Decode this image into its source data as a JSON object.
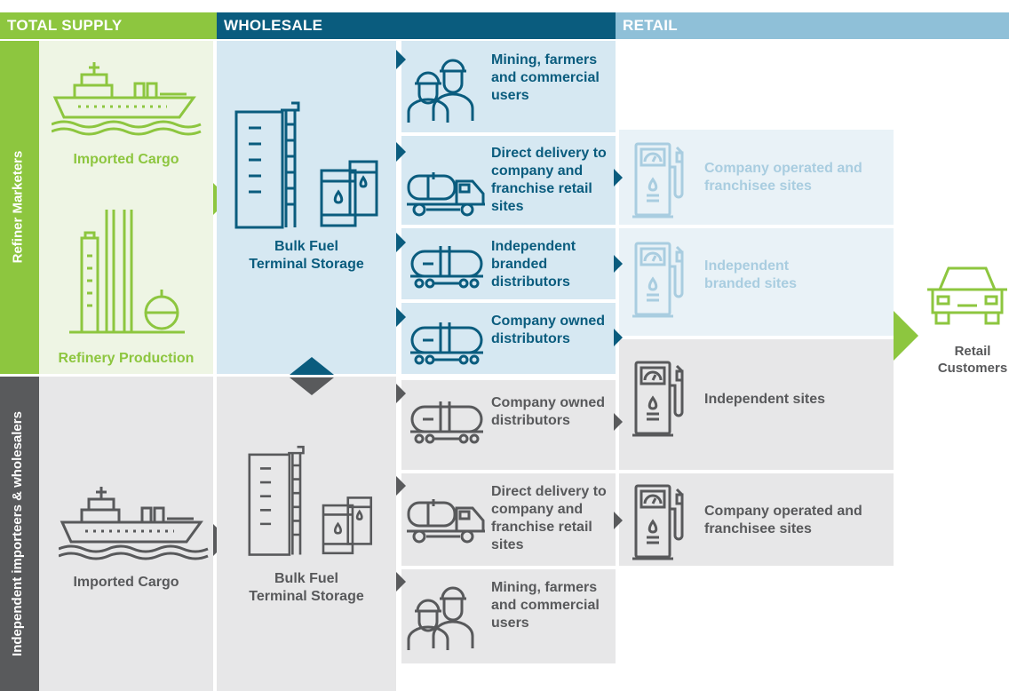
{
  "headers": {
    "total_supply": "TOTAL SUPPLY",
    "wholesale": "WHOLESALE",
    "retail": "RETAIL"
  },
  "side_labels": {
    "top": "Refiner Marketers",
    "bottom": "Independent importeers & wholesalers"
  },
  "supply": {
    "top_cargo": "Imported Cargo",
    "top_refinery": "Refinery Production",
    "bottom_cargo": "Imported Cargo"
  },
  "terminal": {
    "top": "Bulk Fuel Terminal Storage",
    "bottom": "Bulk Fuel Terminal Storage"
  },
  "wholesale_channels": {
    "top": [
      "Mining, farmers and commercial users",
      "Direct delivery to company and franchise retail sites",
      "Independent branded distributors",
      "Company owned distributors"
    ],
    "bottom": [
      "Company owned distributors",
      "Direct delivery to company and franchise retail sites",
      "Mining, farmers and commercial users"
    ]
  },
  "retail_sites": [
    "Company operated and franchisee sites",
    "Independent branded sites",
    "Independent sites",
    "Company operated and franchisee sites"
  ],
  "customers": "Retail Customers",
  "colors": {
    "green": "#8dc63f",
    "green_bg": "#eef5e4",
    "teal_dark": "#0a5c7e",
    "teal_mid": "#1b6e90",
    "light_blue_bg": "#d6e8f2",
    "retail_header": "#8fc0d8",
    "pale_blue": "#e9f2f7",
    "gray_dark": "#595a5c",
    "gray_bg": "#e7e7e8",
    "gray_text": "#58595b"
  }
}
